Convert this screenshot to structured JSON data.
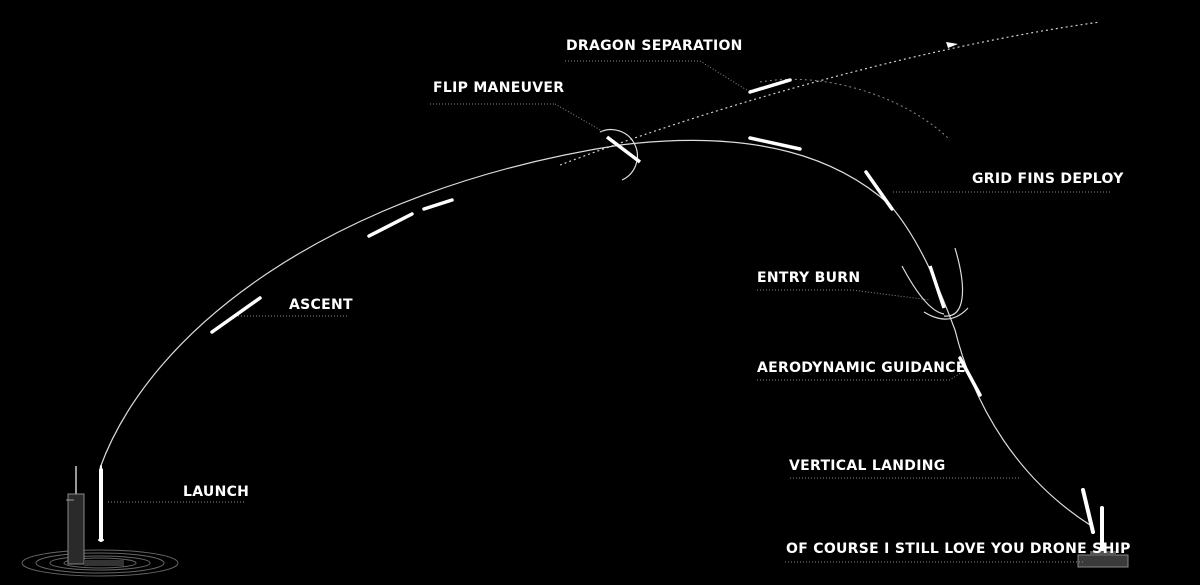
{
  "colors": {
    "background": "#000000",
    "foreground": "#ffffff",
    "leader": "#8a8a8a"
  },
  "labels": {
    "launch": "LAUNCH",
    "ascent": "ASCENT",
    "flip": "FLIP MANEUVER",
    "dragon": "DRAGON SEPARATION",
    "gridfins": "GRID FINS DEPLOY",
    "entry": "ENTRY BURN",
    "aero": "AERODYNAMIC GUIDANCE",
    "landing": "VERTICAL LANDING",
    "ship": "OF COURSE I STILL LOVE YOU DRONE SHIP"
  },
  "icons": [
    "launch-tower-icon",
    "rocket-icon",
    "drone-ship-icon",
    "dragon-capsule-icon"
  ]
}
